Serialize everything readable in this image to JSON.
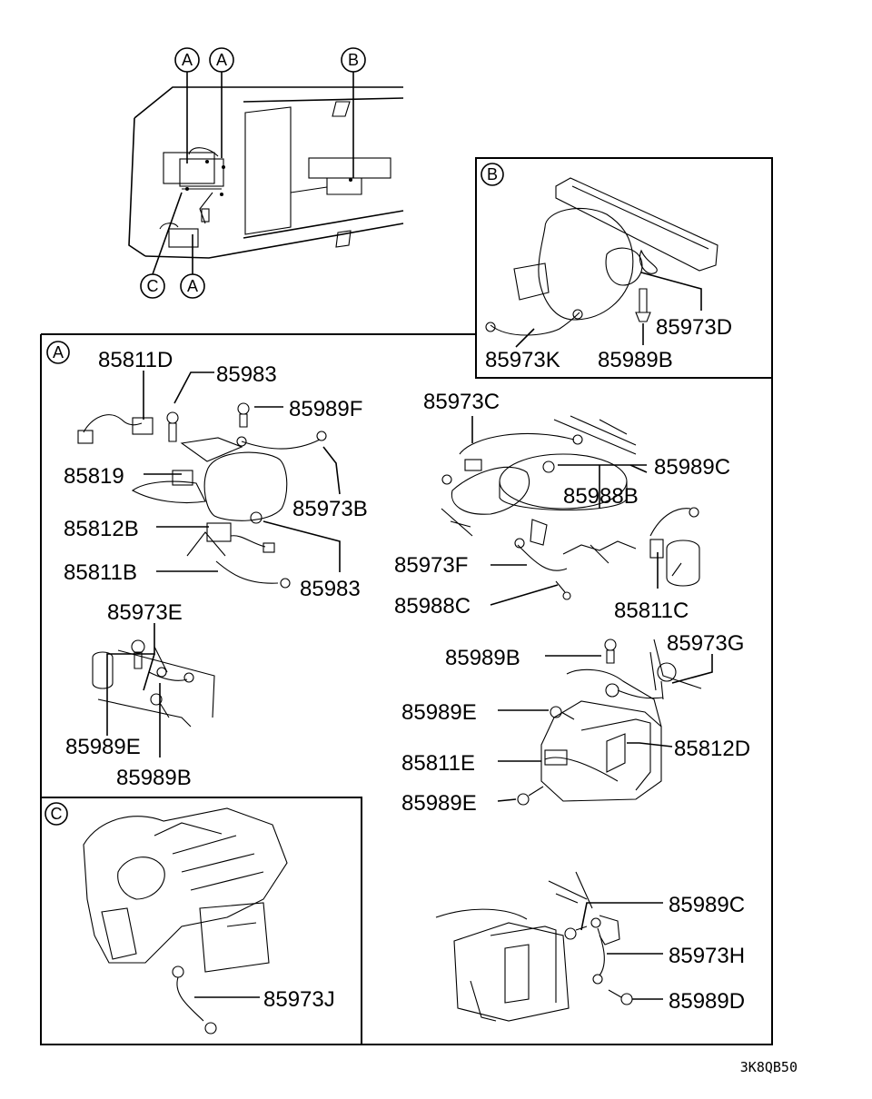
{
  "diagram_code": "3K8QB50",
  "callouts": {
    "top_a1": "A",
    "top_a2": "A",
    "top_b": "B",
    "top_c": "C",
    "top_a3": "A",
    "section_a": "A",
    "section_b": "B",
    "section_c": "C"
  },
  "parts": {
    "p85811D": "85811D",
    "p85983_top": "85983",
    "p85989F": "85989F",
    "p85819": "85819",
    "p85973B": "85973B",
    "p85812B": "85812B",
    "p85811B": "85811B",
    "p85983_bottom": "85983",
    "p85973E": "85973E",
    "p85989E_left": "85989E",
    "p85989B_left": "85989B",
    "p85973C": "85973C",
    "p85989C_mid": "85989C",
    "p85988B": "85988B",
    "p85973F": "85973F",
    "p85988C": "85988C",
    "p85811C": "85811C",
    "p85989B_mid": "85989B",
    "p85973G": "85973G",
    "p85989E_mid1": "85989E",
    "p85811E": "85811E",
    "p85812D": "85812D",
    "p85989E_mid2": "85989E",
    "p85989C_low": "85989C",
    "p85973H": "85973H",
    "p85989D": "85989D",
    "p85973J": "85973J",
    "p85973D": "85973D",
    "p85973K": "85973K",
    "p85989B_b": "85989B"
  }
}
